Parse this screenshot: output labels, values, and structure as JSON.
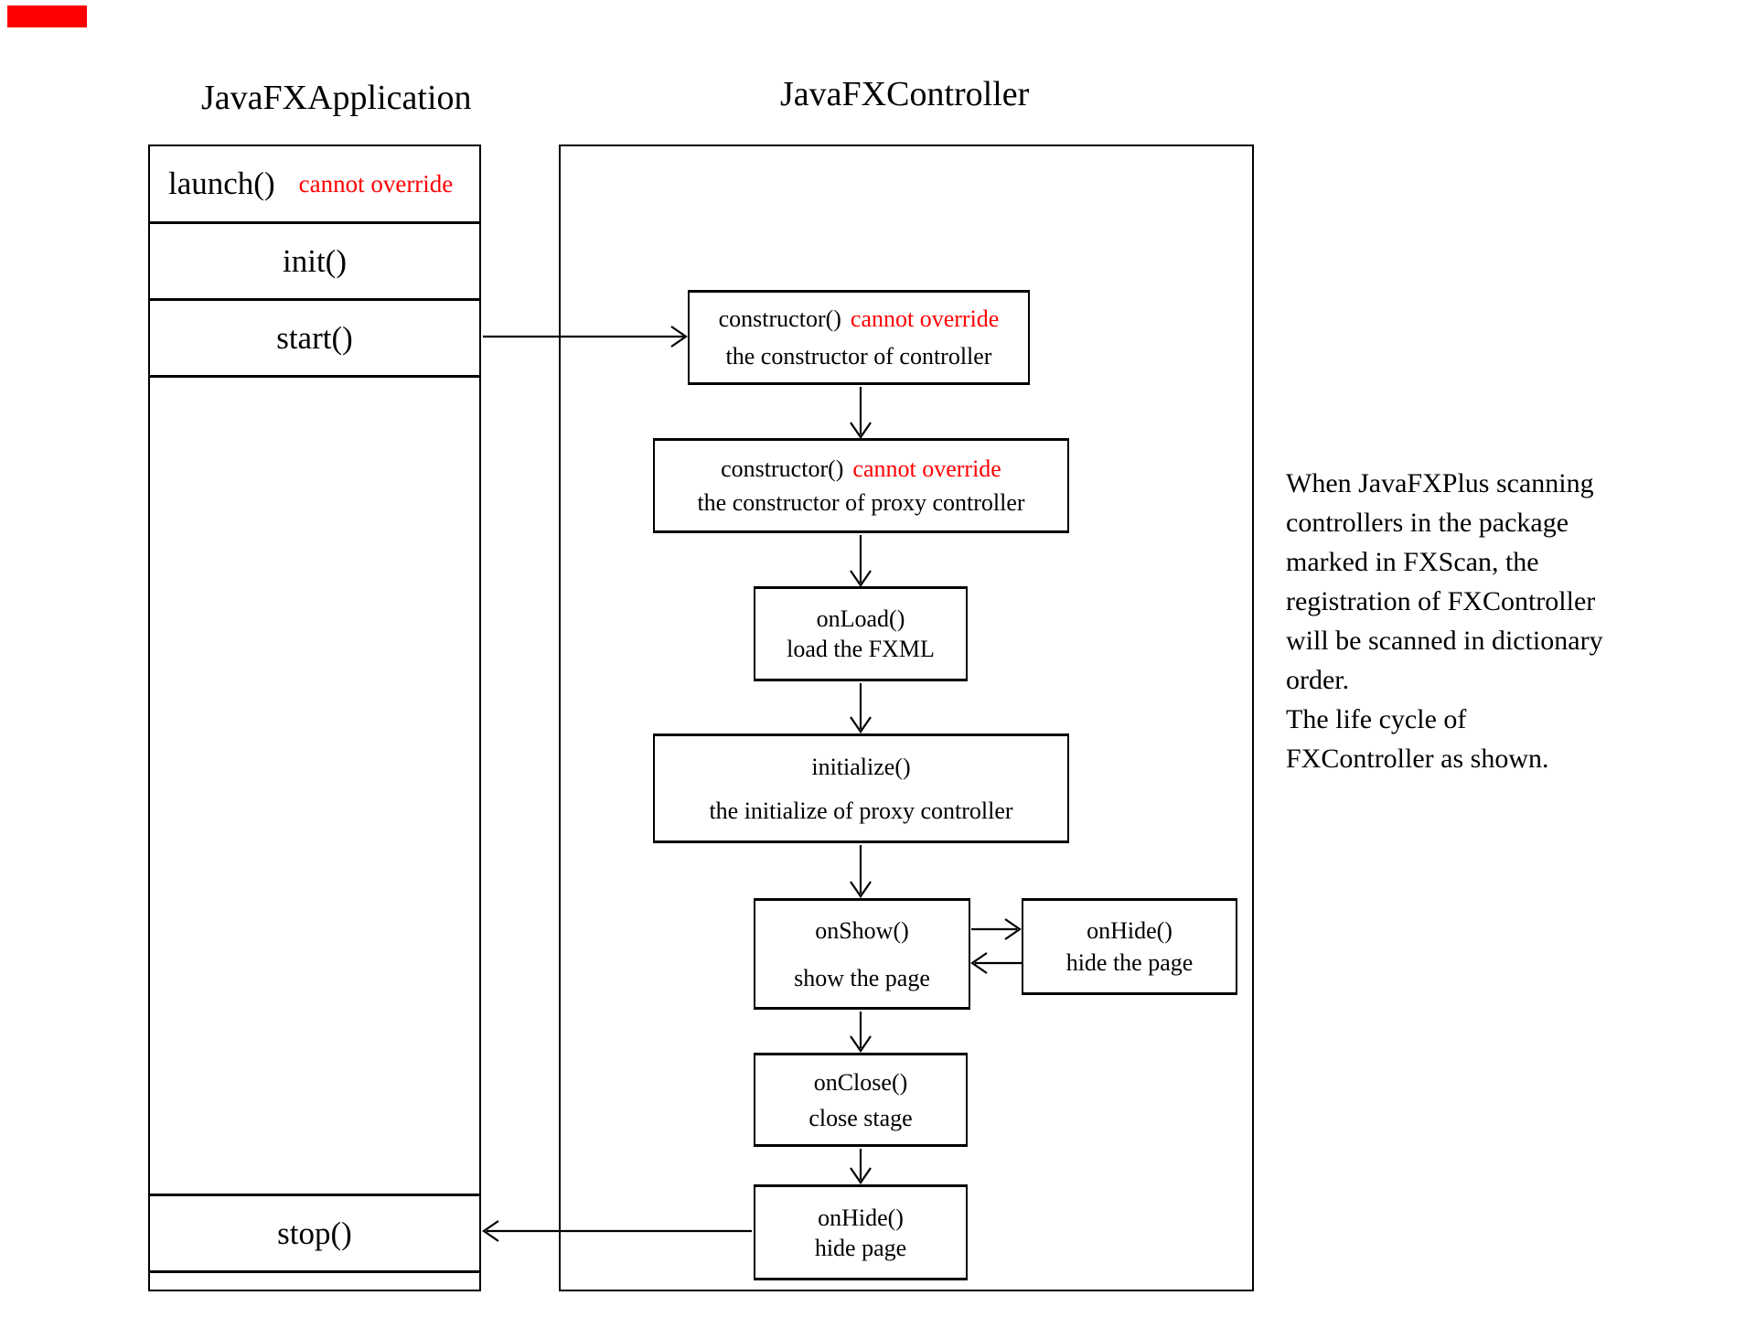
{
  "colors": {
    "accent_red": "#ff0000",
    "line_black": "#000000",
    "background": "#ffffff"
  },
  "marker": {
    "color": "#ff0000"
  },
  "titles": {
    "application": "JavaFXApplication",
    "controller": "JavaFXController"
  },
  "application_box": {
    "launch": {
      "label": "launch()",
      "note": "cannot override"
    },
    "init": {
      "label": "init()"
    },
    "start": {
      "label": "start()"
    },
    "stop": {
      "label": "stop()"
    }
  },
  "controller_nodes": {
    "constructor_controller": {
      "line1": "constructor()",
      "note": "cannot override",
      "line2": "the constructor of controller"
    },
    "constructor_proxy": {
      "line1": "constructor()",
      "note": "cannot override",
      "line2": "the constructor of proxy controller"
    },
    "onload": {
      "line1": "onLoad()",
      "line2": "load the FXML"
    },
    "initialize": {
      "line1": "initialize()",
      "line2": "the initialize of proxy controller"
    },
    "onshow": {
      "line1": "onShow()",
      "line2": "show the page"
    },
    "onhide_side": {
      "line1": "onHide()",
      "line2": "hide the page"
    },
    "onclose": {
      "line1": "onClose()",
      "line2": "close stage"
    },
    "onhide_bottom": {
      "line1": "onHide()",
      "line2": "hide page"
    }
  },
  "annotation": {
    "lines": [
      "When JavaFXPlus scanning",
      "controllers in the package",
      "marked in FXScan, the",
      "registration of FXController",
      "will be scanned in dictionary",
      "order.",
      "The life cycle of",
      "FXController as shown."
    ]
  }
}
